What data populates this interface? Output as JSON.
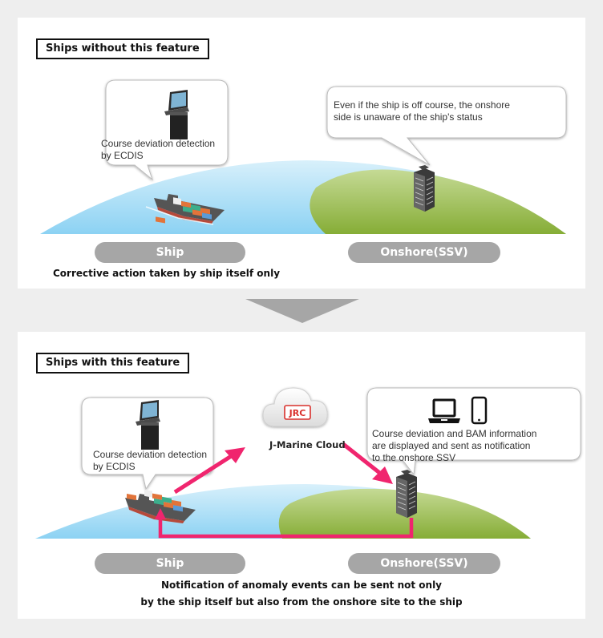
{
  "colors": {
    "page_background": "#eeeeee",
    "panel_background": "#ffffff",
    "sea": "#8fd3f3",
    "land": "#8db040",
    "notification_arrow": "#f0256e",
    "pill": "#a6a6a6",
    "jrc_red": "#d9302c"
  },
  "without_feature": {
    "title": "Ships without this feature",
    "ship_callout": {
      "icon": "ecdis-console-icon",
      "line1": "Course deviation detection",
      "line2": "by ECDIS"
    },
    "onshore_callout": {
      "line1": "Even if the ship is off course, the onshore",
      "line2": "side is unaware of the ship's status"
    },
    "ship_pill": "Ship",
    "onshore_pill": "Onshore(SSV)",
    "caption": "Corrective action taken by ship itself only"
  },
  "transition": {
    "icon": "down-triangle-arrow-icon"
  },
  "with_feature": {
    "title": "Ships with this feature",
    "ship_callout": {
      "icon": "ecdis-console-icon",
      "line1": "Course deviation detection",
      "line2": "by ECDIS"
    },
    "cloud": {
      "logo": "JRC",
      "label": "J-Marine Cloud"
    },
    "onshore_callout": {
      "icons": [
        "laptop-icon",
        "smartphone-icon"
      ],
      "line1": "Course deviation and BAM information",
      "line2": "are displayed and sent as notification",
      "line3": "to the onshore SSV"
    },
    "ship_pill": "Ship",
    "onshore_pill": "Onshore(SSV)",
    "caption_line1": "Notification of anomaly events can be sent not only",
    "caption_line2": "by the ship itself but also from the onshore site to the ship"
  }
}
